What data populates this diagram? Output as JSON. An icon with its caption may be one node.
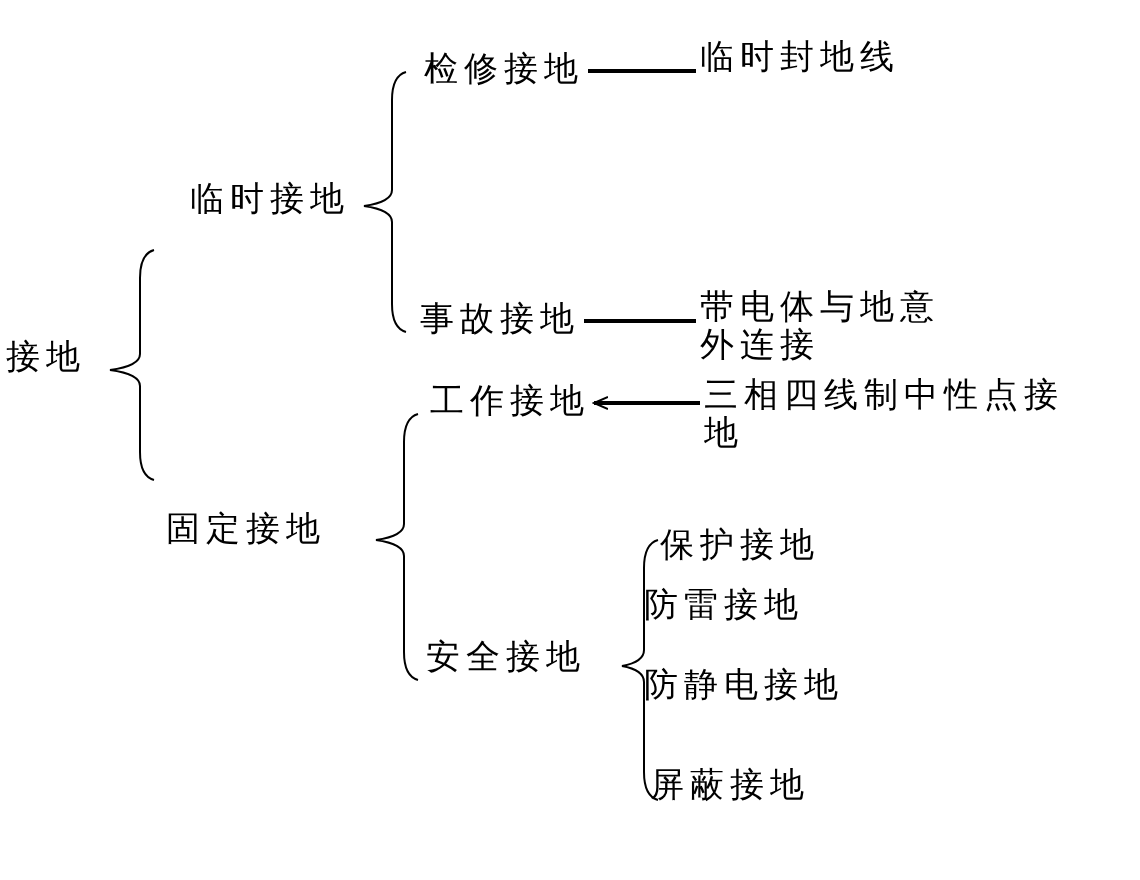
{
  "diagram": {
    "nodes": [
      {
        "text": [
          "接地"
        ]
      },
      {
        "text": [
          "临时接地"
        ]
      },
      {
        "text": [
          "检修接地"
        ]
      },
      {
        "text": [
          "临时封地线"
        ]
      },
      {
        "text": [
          "事故接地"
        ]
      },
      {
        "text": [
          "带电体与地意外连接"
        ]
      },
      {
        "text": [
          "工作接地"
        ]
      },
      {
        "text": [
          "三相四线制中性点接地"
        ]
      },
      {
        "text": [
          "固定接地"
        ]
      },
      {
        "text": [
          "安全接地"
        ]
      },
      {
        "text": [
          "保护接地"
        ]
      },
      {
        "text": [
          "防雷接地"
        ]
      },
      {
        "text": [
          "防静电接地"
        ]
      },
      {
        "text": [
          "屏蔽接地"
        ]
      }
    ],
    "edges": [
      {
        "from": 2,
        "to": 3,
        "arrow": "none"
      },
      {
        "from": 4,
        "to": 5,
        "arrow": "none"
      },
      {
        "from": 7,
        "to": 6,
        "arrow": "to"
      }
    ]
  }
}
